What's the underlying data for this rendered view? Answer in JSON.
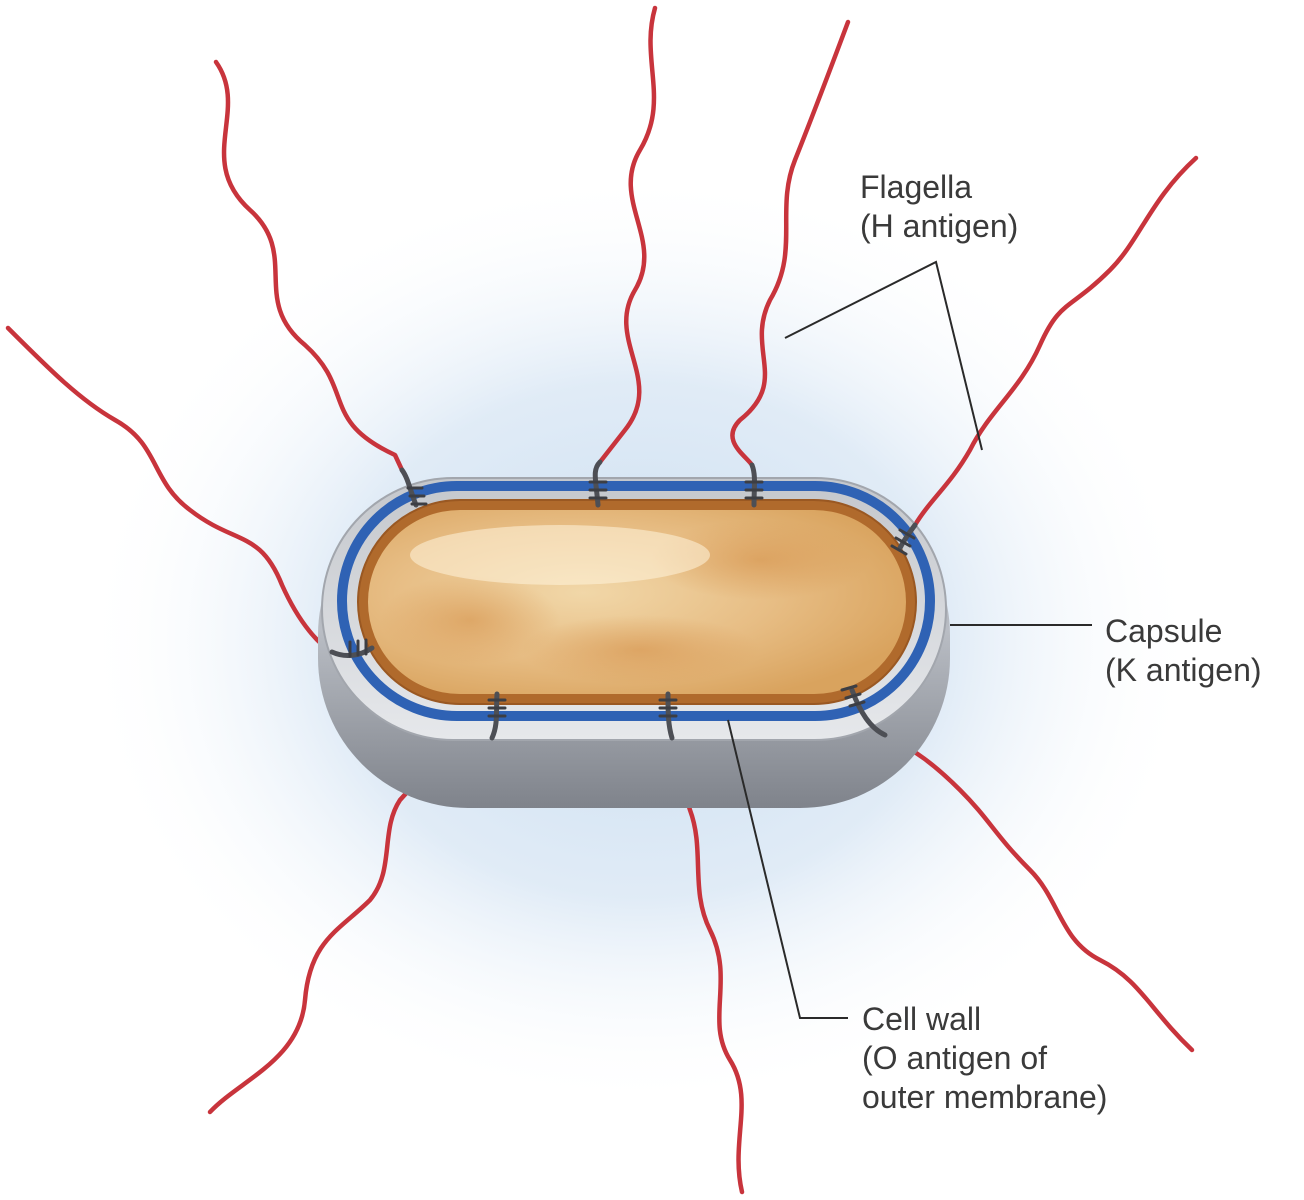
{
  "labels": {
    "flagella": {
      "line1": "Flagella",
      "line2": "(H antigen)"
    },
    "capsule": {
      "line1": "Capsule",
      "line2": "(K antigen)"
    },
    "cell_wall": {
      "line1": "Cell wall",
      "line2": "(O antigen of",
      "line3": "outer membrane)"
    }
  },
  "colors": {
    "flagellum": "#c8343c",
    "capsule": "#b4b8be",
    "outer_membrane": "#2f62b4",
    "cell_wall": "#a8642a",
    "cytoplasm": "#e8c088",
    "background_glow": "#d6e6f4"
  }
}
